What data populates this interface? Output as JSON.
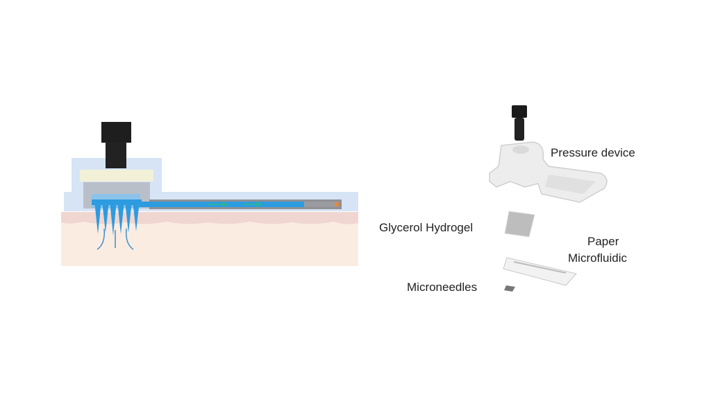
{
  "labels": {
    "pressure_device": "Pressure device",
    "glycerol_hydrogel": "Glycerol Hydrogel",
    "paper": "Paper",
    "microfluidic": "Microfluidic",
    "microneedles": "Microneedles"
  },
  "colors": {
    "housing": "#d6e4f5",
    "screw": "#1e1e1e",
    "hydrogel_layer": "#f2f1d8",
    "chamber": "#b9bfc9",
    "fluid": "#2d9be0",
    "skin_top": "#f0d6d0",
    "skin_body": "#fbece2",
    "arrow": "#2bb39a"
  }
}
